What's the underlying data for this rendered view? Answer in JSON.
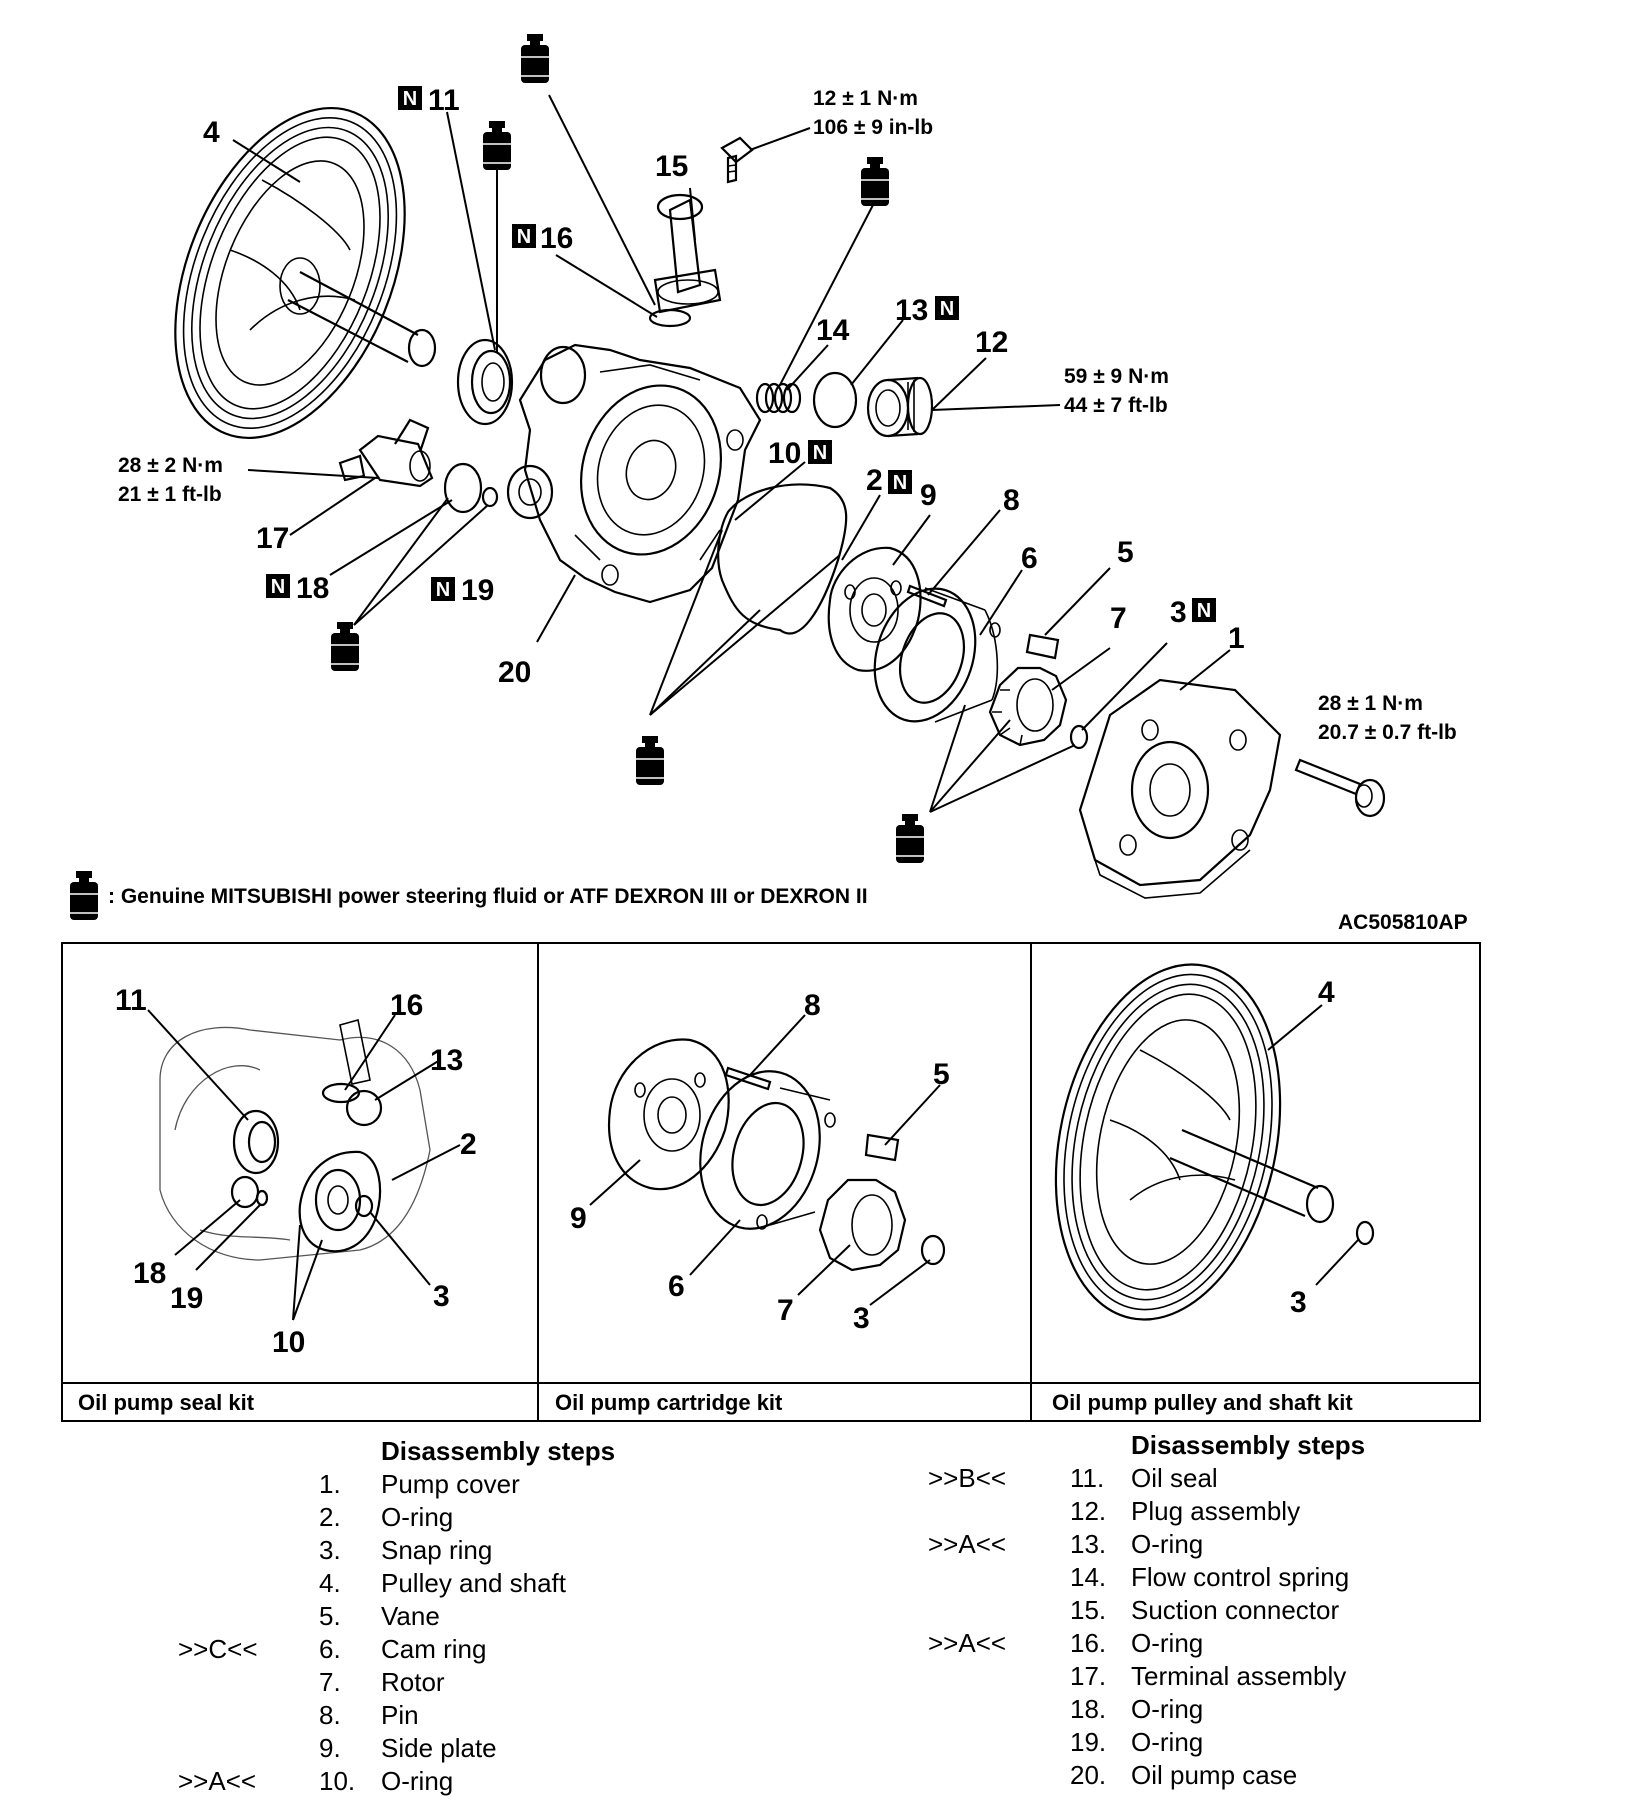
{
  "callouts": {
    "c4": "4",
    "c11": "11",
    "c16": "16",
    "c15": "15",
    "c14": "14",
    "c13": "13",
    "c12": "12",
    "c17": "17",
    "c18": "18",
    "c19": "19",
    "c20": "20",
    "c10": "10",
    "c2": "2",
    "c9": "9",
    "c8": "8",
    "c6": "6",
    "c5": "5",
    "c7": "7",
    "c3": "3",
    "c1": "1",
    "new_part_mark": "N"
  },
  "torques": {
    "t15_a": "12 ± 1 N·m",
    "t15_b": "106 ± 9 in-lb",
    "t12_a": "59 ± 9 N·m",
    "t12_b": "44 ± 7 ft-lb",
    "t17_a": "28 ± 2 N·m",
    "t17_b": "21 ± 1 ft-lb",
    "t1_a": "28 ± 1 N·m",
    "t1_b": "20.7 ± 0.7 ft-lb"
  },
  "legend": ": Genuine MITSUBISHI power steering fluid or ATF DEXRON III  or DEXRON II",
  "figure_code": "AC505810AP",
  "kits": {
    "seal": {
      "title": "Oil pump seal kit",
      "labels": {
        "a": "11",
        "b": "16",
        "c": "13",
        "d": "2",
        "e": "18",
        "f": "19",
        "g": "3",
        "h": "10"
      }
    },
    "cartridge": {
      "title": "Oil pump cartridge kit",
      "labels": {
        "a": "8",
        "b": "5",
        "c": "9",
        "d": "6",
        "e": "7",
        "f": "3"
      }
    },
    "pulley": {
      "title": "Oil pump pulley and shaft kit",
      "labels": {
        "a": "4",
        "b": "3"
      }
    }
  },
  "steps": {
    "heading": "Disassembly steps",
    "left": [
      {
        "ref": "",
        "num": "1.",
        "name": "Pump cover"
      },
      {
        "ref": "",
        "num": "2.",
        "name": "O-ring"
      },
      {
        "ref": "",
        "num": "3.",
        "name": "Snap ring"
      },
      {
        "ref": "",
        "num": "4.",
        "name": "Pulley and shaft"
      },
      {
        "ref": "",
        "num": "5.",
        "name": "Vane"
      },
      {
        "ref": ">>C<<",
        "num": "6.",
        "name": "Cam ring"
      },
      {
        "ref": "",
        "num": "7.",
        "name": "Rotor"
      },
      {
        "ref": "",
        "num": "8.",
        "name": "Pin"
      },
      {
        "ref": "",
        "num": "9.",
        "name": "Side plate"
      },
      {
        "ref": ">>A<<",
        "num": "10.",
        "name": "O-ring"
      }
    ],
    "right": [
      {
        "ref": ">>B<<",
        "num": "11.",
        "name": "Oil seal"
      },
      {
        "ref": "",
        "num": "12.",
        "name": "Plug assembly"
      },
      {
        "ref": ">>A<<",
        "num": "13.",
        "name": "O-ring"
      },
      {
        "ref": "",
        "num": "14.",
        "name": "Flow control spring"
      },
      {
        "ref": "",
        "num": "15.",
        "name": "Suction connector"
      },
      {
        "ref": ">>A<<",
        "num": "16.",
        "name": "O-ring"
      },
      {
        "ref": "",
        "num": "17.",
        "name": "Terminal assembly"
      },
      {
        "ref": "",
        "num": "18.",
        "name": "O-ring"
      },
      {
        "ref": "",
        "num": "19.",
        "name": "O-ring"
      },
      {
        "ref": "",
        "num": "20.",
        "name": "Oil pump case"
      }
    ]
  }
}
